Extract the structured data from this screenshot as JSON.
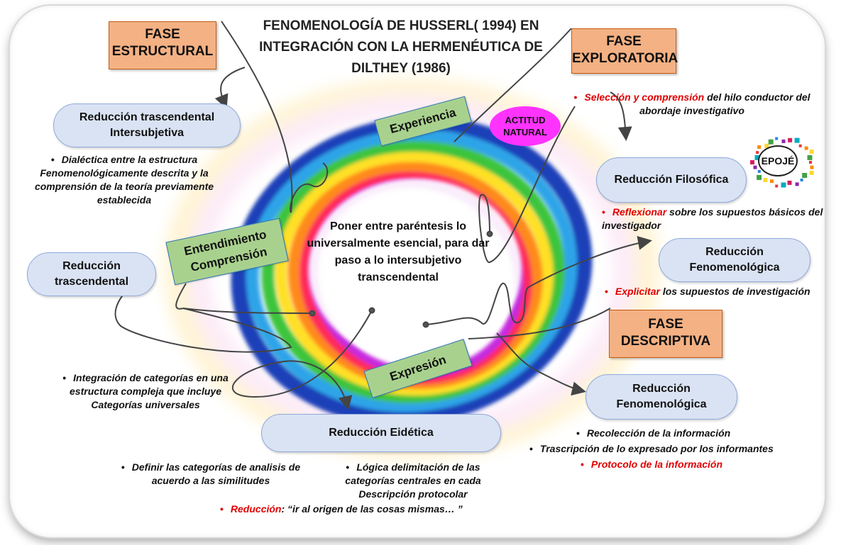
{
  "title": "FENOMENOLOGÍA DE HUSSERL( 1994) EN INTEGRACIÓN CON LA HERMENÉUTICA DE DILTHEY (1986)",
  "phases": {
    "estructural": "FASE ESTRUCTURAL",
    "exploratoria": "FASE EXPLORATORIA",
    "descriptiva": "FASE DESCRIPTIVA"
  },
  "ring": {
    "experiencia": "Experiencia",
    "entendimiento": "Entendimiento Comprensión",
    "expresion": "Expresión",
    "actitud": "ACTITUD NATURAL",
    "epoje": "EPOJÉ",
    "center_text": "Poner entre paréntesis lo universalmente esencial, para dar paso a lo intersubjetivo transcendental"
  },
  "reductions": {
    "trascendental_intersubjetiva": "Reducción trascendental Intersubjetiva",
    "trascendental": "Reducción trascendental",
    "eidetica": "Reducción Eidética",
    "filosofica": "Reducción Filosófica",
    "fenomenologica_1": "Reducción Fenomenológica",
    "fenomenologica_2": "Reducción Fenomenológica"
  },
  "notes": {
    "dialectica": "Dialéctica entre la estructura Fenomenológicamente descrita y la comprensión de la teoría previamente establecida",
    "integracion": "Integración de categorías en una estructura compleja que incluye Categorías universales",
    "definir": "Definir las categorías de analisis de acuerdo a las similitudes",
    "logica": "Lógica delimitación de las categorías centrales en cada Descripción protocolar",
    "reduccion_red": "Reducción",
    "reduccion_rest": ": “ir al origen de las cosas mismas… ”",
    "seleccion_red": "Selección y comprensión",
    "seleccion_rest": " del hilo conductor del abordaje investigativo",
    "reflexionar_red": "Reflexionar",
    "reflexionar_rest": " sobre los supuestos básicos del investigador",
    "explicitar_red": "Explicitar",
    "explicitar_rest": " los supuestos de investigación",
    "recoleccion": "Recolección de la información",
    "trascripcion": "Trascripción de lo expresado por los informantes",
    "protocolo": "Protocolo de la información"
  },
  "colors": {
    "phase_fill": "#f4b183",
    "pill_fill": "#dae3f3",
    "green_box": "#a9d18e",
    "actitud": "#ff33ff",
    "red_text": "#e00000"
  }
}
